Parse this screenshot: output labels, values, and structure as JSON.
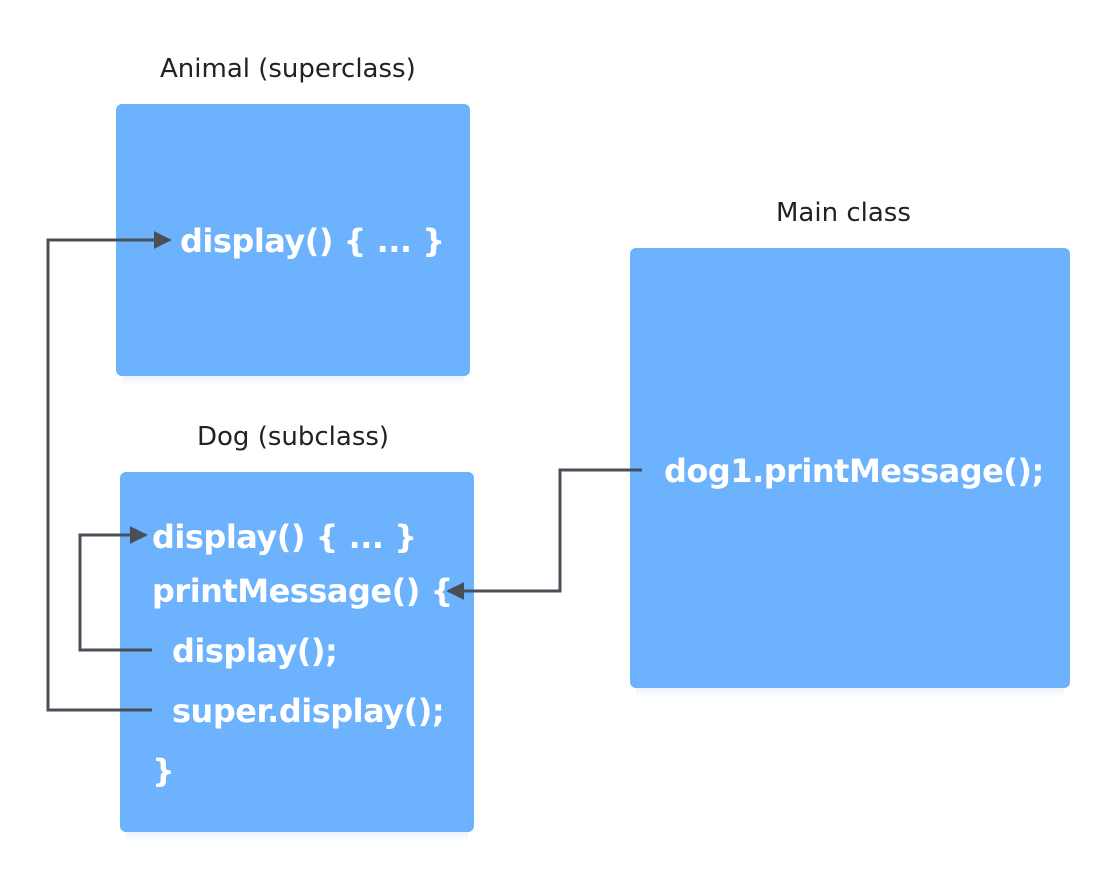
{
  "colors": {
    "box_fill": "#6cb2fc",
    "arrow": "#4a4f57",
    "label_text": "#222222",
    "code_text": "#ffffff"
  },
  "animal": {
    "title": "Animal (superclass)",
    "method": "display() { ... }"
  },
  "dog": {
    "title": "Dog (subclass)",
    "lines": [
      "display() { ... }",
      "printMessage() {",
      "display();",
      "super.display();",
      "}"
    ]
  },
  "main": {
    "title": "Main class",
    "call": "dog1.printMessage();"
  }
}
